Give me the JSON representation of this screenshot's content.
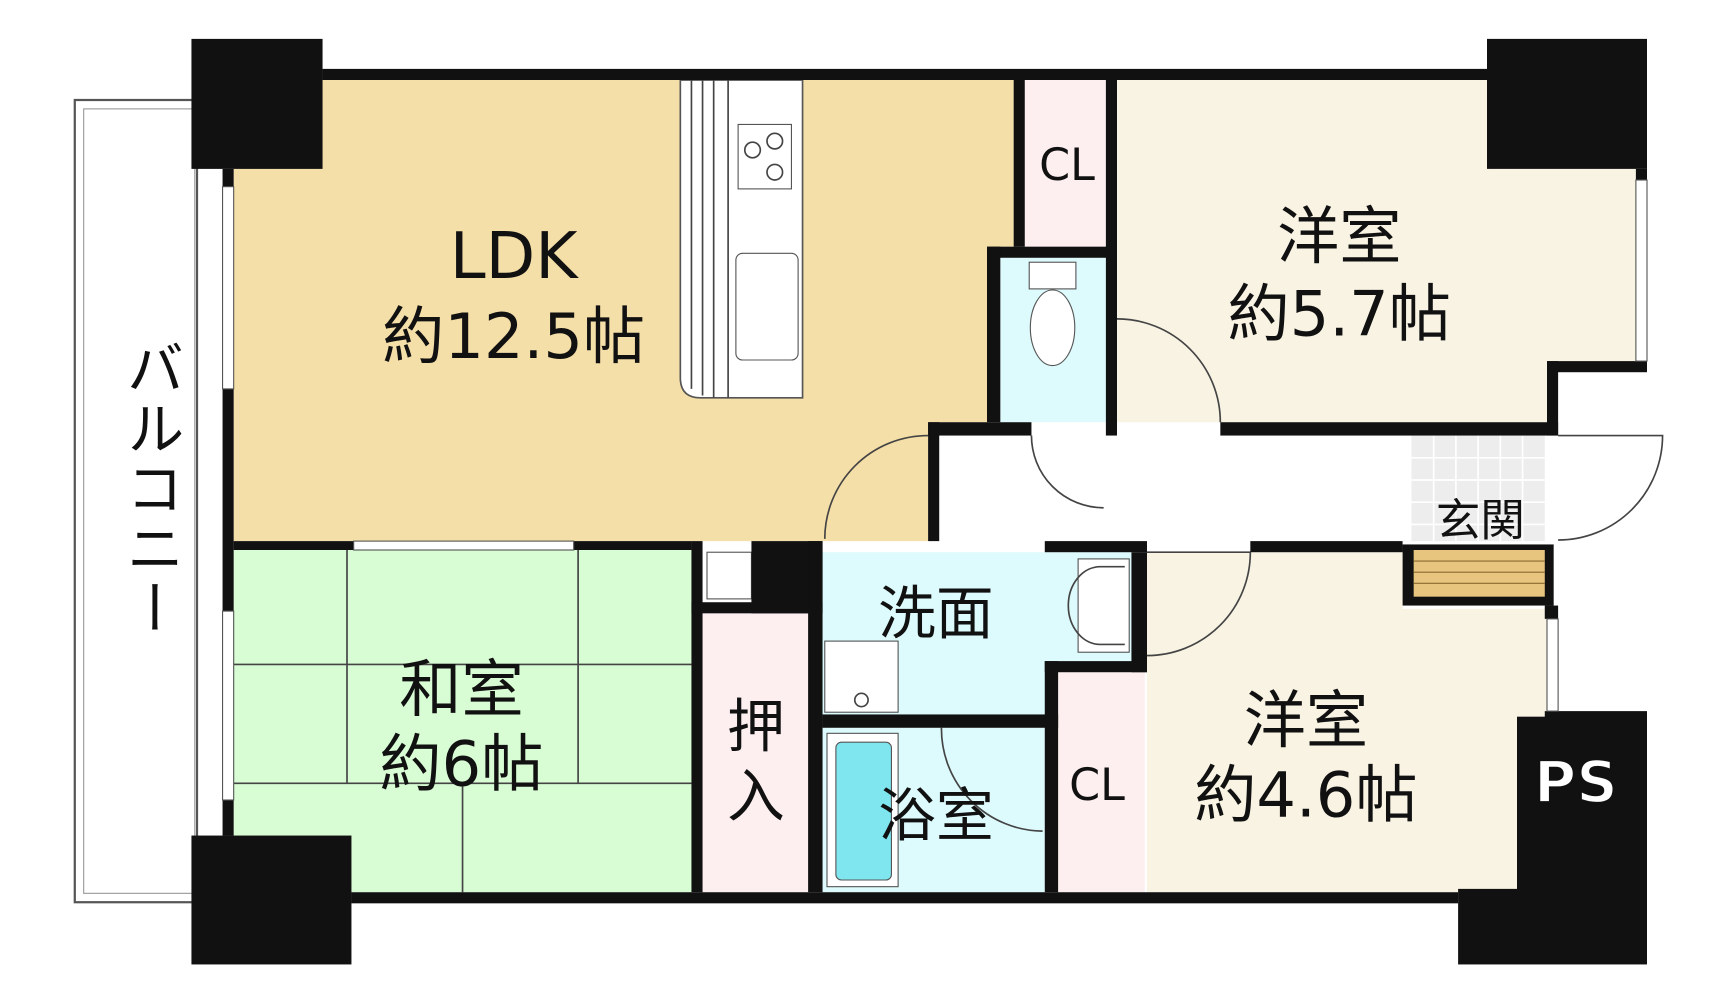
{
  "rooms": {
    "ldk": {
      "name": "LDK",
      "size": "約12.5帖"
    },
    "western1": {
      "name": "洋室",
      "size": "約5.7帖"
    },
    "western2": {
      "name": "洋室",
      "size": "約4.6帖"
    },
    "japanese": {
      "name": "和室",
      "size": "約6帖"
    },
    "closet_top": "CL",
    "closet_bottom": "CL",
    "oshiire": "押入",
    "washroom": "洗面",
    "bathroom": "浴室",
    "entrance": "玄関",
    "balcony": "バルコニー",
    "ps": "PS"
  },
  "colors": {
    "ldk": "#F5DFA8",
    "western": "#F8F3E3",
    "japanese": "#D8FCD4",
    "closet": "#FDEFEF",
    "water": "#DDFAFC",
    "tub": "#7FE6F0",
    "step": "#E8C57E"
  }
}
